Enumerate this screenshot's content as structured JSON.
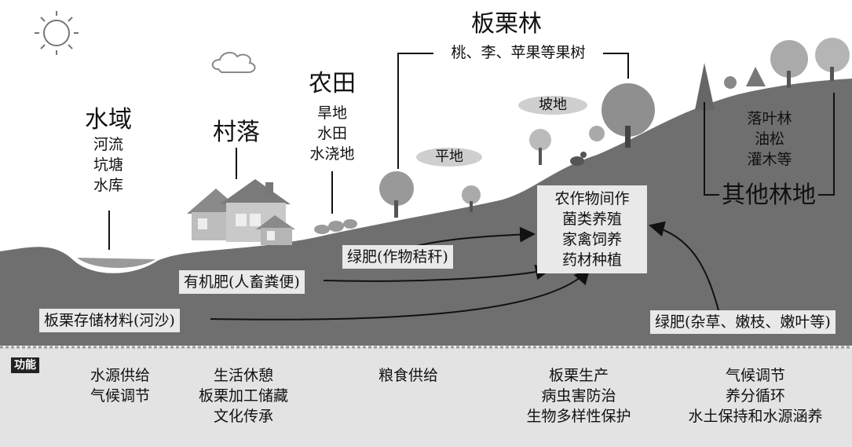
{
  "zones": {
    "water": {
      "title": "水域",
      "items": [
        "河流",
        "坑塘",
        "水库"
      ]
    },
    "village": {
      "title": "村落"
    },
    "farmland": {
      "title": "农田",
      "items": [
        "旱地",
        "水田",
        "水浇地"
      ]
    },
    "chestnut": {
      "title": "板栗林",
      "subtitle": "桃、李、苹果等果树"
    },
    "forest": {
      "title": "其他林地",
      "items": [
        "落叶林",
        "油松",
        "灌木等"
      ]
    }
  },
  "terrain": {
    "flat": "平地",
    "slope": "坡地"
  },
  "practices": {
    "box": [
      "农作物间作",
      "菌类养殖",
      "家禽饲养",
      "药材种植"
    ],
    "green_manure_straw": "绿肥(作物秸秆)",
    "organic_manure": "有机肥(人畜粪便)",
    "storage_material": "板栗存储材料(河沙)",
    "green_manure_weeds": "绿肥(杂草、嫩枝、嫩叶等)"
  },
  "functions": {
    "label": "功能",
    "columns": [
      [
        "水源供给",
        "气候调节"
      ],
      [
        "生活休憩",
        "板栗加工储藏",
        "文化传承"
      ],
      [
        "粮食供给"
      ],
      [
        "板栗生产",
        "病虫害防治",
        "生物多样性保护"
      ],
      [
        "气候调节",
        "养分循环",
        "水土保持和水源涵养"
      ]
    ]
  }
}
